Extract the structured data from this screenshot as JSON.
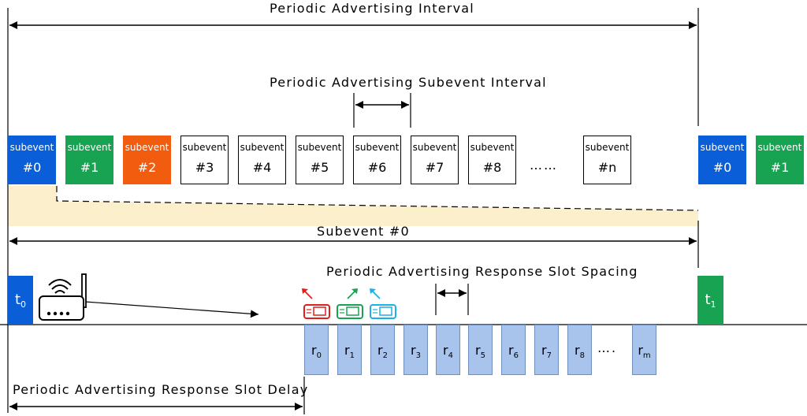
{
  "labels": {
    "top_interval": "Periodic Advertising Interval",
    "subevent_interval": "Periodic Advertising Subevent Interval",
    "subevent0_span": "Subevent #0",
    "slot_spacing": "Periodic Advertising Response Slot Spacing",
    "slot_delay": "Periodic Advertising Response Slot Delay"
  },
  "subevent_word": "subevent",
  "subevents": [
    {
      "num": "#0",
      "fill": "#0a5fd8"
    },
    {
      "num": "#1",
      "fill": "#18a352"
    },
    {
      "num": "#2",
      "fill": "#f25c0f"
    },
    {
      "num": "#3",
      "fill": ""
    },
    {
      "num": "#4",
      "fill": ""
    },
    {
      "num": "#5",
      "fill": ""
    },
    {
      "num": "#6",
      "fill": ""
    },
    {
      "num": "#7",
      "fill": ""
    },
    {
      "num": "#8",
      "fill": ""
    },
    {
      "num": "#n",
      "fill": ""
    },
    {
      "num": "#0",
      "fill": "#0a5fd8"
    },
    {
      "num": "#1",
      "fill": "#18a352"
    }
  ],
  "ellipsis": "……",
  "slots": [
    {
      "letter": "r",
      "index": "0"
    },
    {
      "letter": "r",
      "index": "1"
    },
    {
      "letter": "r",
      "index": "2"
    },
    {
      "letter": "r",
      "index": "3"
    },
    {
      "letter": "r",
      "index": "4"
    },
    {
      "letter": "r",
      "index": "5"
    },
    {
      "letter": "r",
      "index": "6"
    },
    {
      "letter": "r",
      "index": "7"
    },
    {
      "letter": "r",
      "index": "8"
    },
    {
      "letter": "r",
      "index": "m"
    }
  ],
  "slot_ellipsis": "….",
  "t0": {
    "letter": "t",
    "index": "0",
    "fill": "#0a5fd8"
  },
  "t1": {
    "letter": "t",
    "index": "1",
    "fill": "#18a352"
  },
  "colors": {
    "highlight_band": "#fbefcc",
    "slot_fill": "#a8c4ec",
    "tag_red": "#e0201b",
    "tag_green": "#18a352",
    "tag_cyan": "#1ab0e8"
  },
  "icons": [
    "router-icon",
    "tag-icon-red",
    "tag-icon-green",
    "tag-icon-cyan"
  ]
}
